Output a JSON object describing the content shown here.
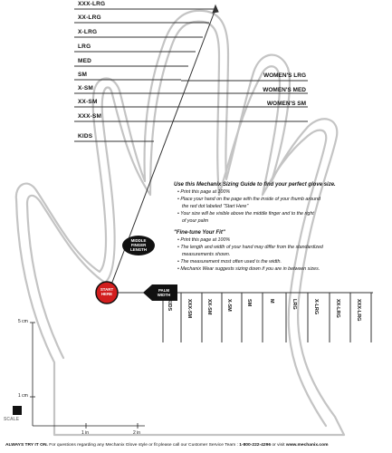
{
  "size_labels_left": [
    "XXX-LRG",
    "XX-LRG",
    "X-LRG",
    "LRG",
    "MED",
    "SM",
    "X-SM",
    "XX-SM",
    "XXX-SM",
    "KIDS"
  ],
  "size_labels_right": [
    "WOMEN'S LRG",
    "WOMEN'S MED",
    "WOMEN'S SM"
  ],
  "instructions": {
    "heading": "Use this Mechanix Sizing Guide to find your perfect glove size.",
    "lines": [
      "Print this page at 100%",
      "Place your hand on the page with the inside of your thumb around",
      "the red dot labeled \"Start Here\"",
      "Your size will be visible above the middle finger and to the right",
      "of your palm"
    ],
    "fine_tune_heading": "\"Fine-tune Your Fit\"",
    "fine_tune_lines": [
      "Print this page at 100%",
      "The length and width of your hand may differ from the standardized",
      "measurements shown.",
      "The measurement most often used is the width.",
      "Mechanix Wear suggests sizing down if you are in between sizes."
    ]
  },
  "badges": {
    "middle_finger": [
      "MIDDLE",
      "FINGER",
      "LENGTH"
    ],
    "start_here": [
      "START",
      "HERE"
    ],
    "palm_width": [
      "PALM",
      "WIDTH"
    ]
  },
  "width_sizes": [
    "KIDS",
    "XXX-SM",
    "XX-SM",
    "X-SM",
    "SM",
    "M",
    "LRG",
    "X-LRG",
    "XX-LRG",
    "XXX-LRG"
  ],
  "scale": {
    "label": "SCALE",
    "v5": "5 cm",
    "v1": "1 cm",
    "h1": "1 in",
    "h2": "2 in"
  },
  "footer": {
    "bold": "ALWAYS TRY IT ON.",
    "text": " For questions regarding any Mechanix Glove style or fit please call our Customer Service Team : ",
    "phone": "1-800-222-4296",
    "tail": " or visit ",
    "site": "www.mechanix.com"
  },
  "colors": {
    "hand_outline": "#c4c4c4",
    "start_red": "#d21e1e",
    "badge_black": "#111111",
    "line": "#333333"
  }
}
